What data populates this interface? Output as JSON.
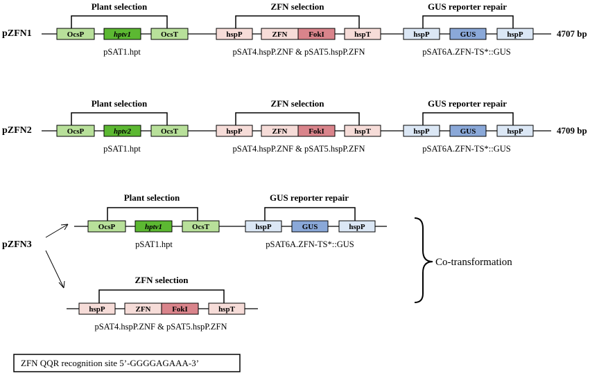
{
  "colors": {
    "plant_light": "#b8e09a",
    "plant_dark": "#5cb832",
    "zfn_light": "#f6dcd8",
    "zfn_dark": "#d9848b",
    "gus_light": "#dbe7f5",
    "gus_dark": "#8aa8d8",
    "stroke": "#000000"
  },
  "constructs": [
    {
      "name": "pZFN1",
      "size": "4707 bp",
      "groups": [
        {
          "title": "Plant selection",
          "plasmid": "pSAT1.hpt",
          "boxes": [
            "OcsP",
            "hptv1",
            "OcsT"
          ]
        },
        {
          "title": "ZFN selection",
          "plasmid": "pSAT4.hspP.ZNF & pSAT5.hspP.ZFN",
          "boxes": [
            "hspP",
            "ZFN",
            "FokI",
            "hspT"
          ]
        },
        {
          "title": "GUS reporter repair",
          "plasmid": "pSAT6A.ZFN-TS*::GUS",
          "boxes": [
            "hspP",
            "GUS",
            "hspP"
          ]
        }
      ]
    },
    {
      "name": "pZFN2",
      "size": "4709 bp",
      "groups": [
        {
          "title": "Plant selection",
          "plasmid": "pSAT1.hpt",
          "boxes": [
            "OcsP",
            "hptv2",
            "OcsT"
          ]
        },
        {
          "title": "ZFN selection",
          "plasmid": "pSAT4.hspP.ZNF & pSAT5.hspP.ZFN",
          "boxes": [
            "hspP",
            "ZFN",
            "FokI",
            "hspT"
          ]
        },
        {
          "title": "GUS reporter repair",
          "plasmid": "pSAT6A.ZFN-TS*::GUS",
          "boxes": [
            "hspP",
            "GUS",
            "hspP"
          ]
        }
      ]
    },
    {
      "name": "pZFN3",
      "constructA": {
        "groups": [
          {
            "title": "Plant selection",
            "plasmid": "pSAT1.hpt",
            "boxes": [
              "OcsP",
              "hptv1",
              "OcsT"
            ]
          },
          {
            "title": "GUS reporter repair",
            "plasmid": "pSAT6A.ZFN-TS*::GUS",
            "boxes": [
              "hspP",
              "GUS",
              "hspP"
            ]
          }
        ]
      },
      "constructB": {
        "groups": [
          {
            "title": "ZFN selection",
            "plasmid": "pSAT4.hspP.ZNF & pSAT5.hspP.ZFN",
            "boxes": [
              "hspP",
              "ZFN",
              "FokI",
              "hspT"
            ]
          }
        ]
      },
      "cotransformation": "Co-transformation"
    }
  ],
  "recognition_site": "ZFN QQR recognition site 5’-GGGGAGAAA-3’"
}
